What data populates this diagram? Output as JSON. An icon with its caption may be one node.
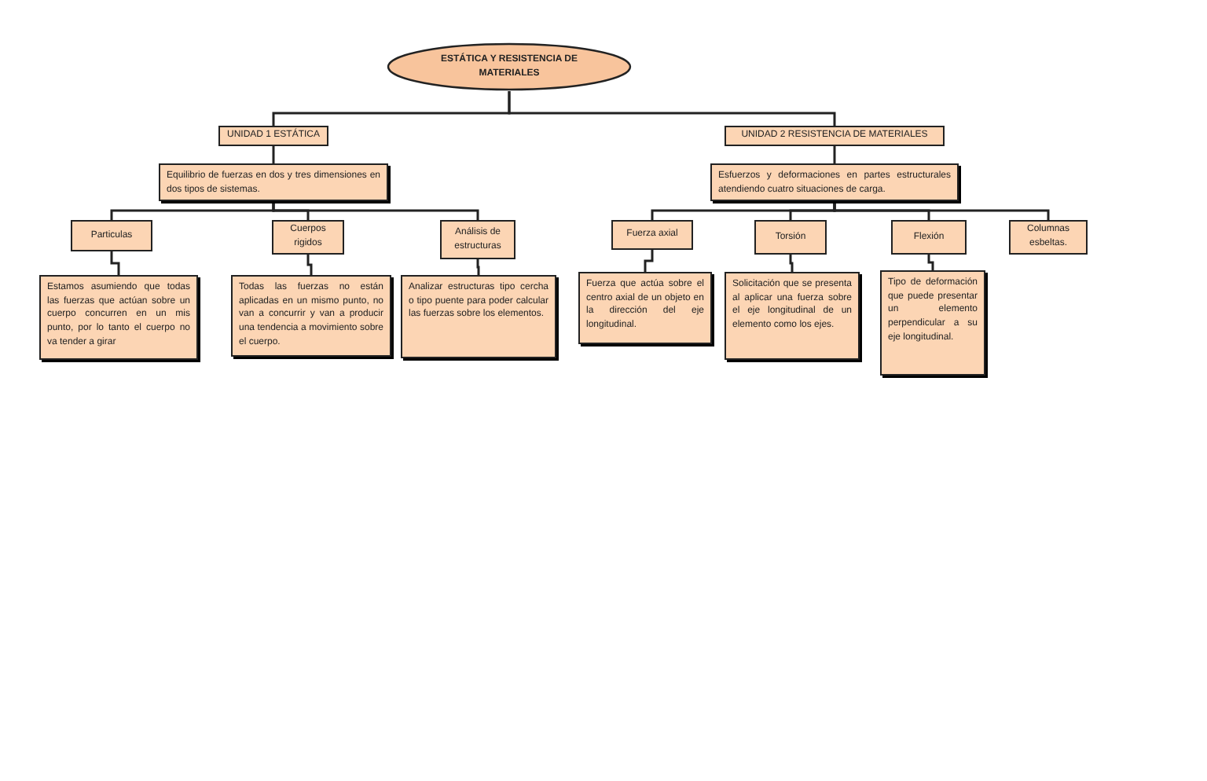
{
  "diagram": {
    "nodes": [
      {
        "text": [
          "ESTÁTICA Y RESISTENCIA DE MATERIALES"
        ]
      },
      {
        "text": [
          "UNIDAD 1 ESTÁTICA"
        ]
      },
      {
        "text": [
          "UNIDAD 2 RESISTENCIA DE MATERIALES"
        ]
      },
      {
        "text": [
          "Equilibrio de fuerzas en dos y tres dimensiones en dos tipos de sistemas."
        ]
      },
      {
        "text": [
          "Esfuerzos y deformaciones en partes estructurales atendiendo cuatro situaciones de carga."
        ]
      },
      {
        "text": [
          "Particulas"
        ]
      },
      {
        "text": [
          "Cuerpos rigidos"
        ]
      },
      {
        "text": [
          "Análisis de estructuras"
        ]
      },
      {
        "text": [
          "Estamos asumiendo que todas las fuerzas que actúan sobre un cuerpo concurren en un mis punto, por lo tanto el cuerpo no va tender a girar"
        ]
      },
      {
        "text": [
          "Todas las fuerzas no están aplicadas en un mismo punto, no van a concurrir y van a producir una tendencia a movimiento sobre el cuerpo."
        ]
      },
      {
        "text": [
          "Analizar estructuras tipo cercha o tipo puente para poder calcular las fuerzas sobre los elementos."
        ]
      },
      {
        "text": [
          "Fuerza axial"
        ]
      },
      {
        "text": [
          "Torsión"
        ]
      },
      {
        "text": [
          "Flexión"
        ]
      },
      {
        "text": [
          "Columnas esbeltas."
        ]
      },
      {
        "text": [
          "Fuerza que actúa sobre el centro axial de un objeto en la dirección del eje longitudinal."
        ]
      },
      {
        "text": [
          "Solicitación que se presenta al aplicar una fuerza sobre el eje longitudinal de un elemento como los ejes."
        ]
      },
      {
        "text": [
          "Tipo de deformación que puede presentar un elemento perpendicular a su eje longitudinal."
        ]
      }
    ],
    "edges": [
      {
        "from": 0,
        "to": 1,
        "arrow": "none"
      },
      {
        "from": 0,
        "to": 2,
        "arrow": "none"
      },
      {
        "from": 1,
        "to": 3,
        "arrow": "none"
      },
      {
        "from": 2,
        "to": 4,
        "arrow": "none"
      },
      {
        "from": 3,
        "to": 5,
        "arrow": "none"
      },
      {
        "from": 3,
        "to": 6,
        "arrow": "none"
      },
      {
        "from": 3,
        "to": 7,
        "arrow": "none"
      },
      {
        "from": 4,
        "to": 11,
        "arrow": "none"
      },
      {
        "from": 4,
        "to": 12,
        "arrow": "none"
      },
      {
        "from": 4,
        "to": 13,
        "arrow": "none"
      },
      {
        "from": 4,
        "to": 14,
        "arrow": "none"
      },
      {
        "from": 5,
        "to": 8,
        "arrow": "none"
      },
      {
        "from": 6,
        "to": 9,
        "arrow": "none"
      },
      {
        "from": 7,
        "to": 10,
        "arrow": "none"
      },
      {
        "from": 11,
        "to": 15,
        "arrow": "none"
      },
      {
        "from": 12,
        "to": 16,
        "arrow": "none"
      },
      {
        "from": 13,
        "to": 17,
        "arrow": "none"
      }
    ]
  }
}
